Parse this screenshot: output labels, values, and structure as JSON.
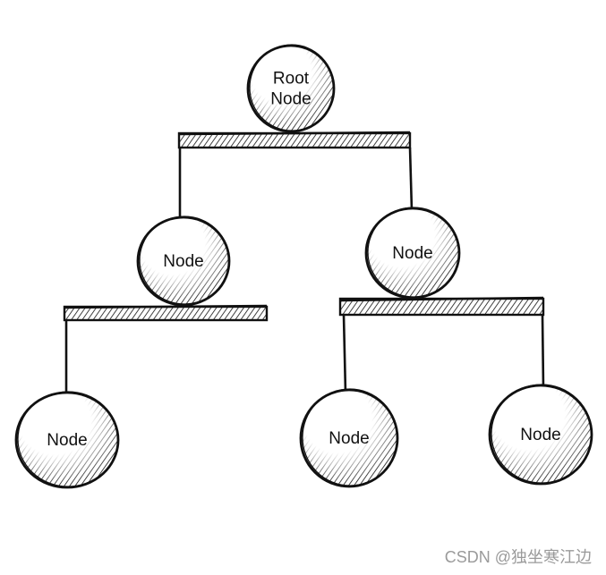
{
  "diagram": {
    "nodes": [
      {
        "id": "root",
        "lines": [
          "Root",
          "Node"
        ]
      },
      {
        "id": "left",
        "lines": [
          "Node"
        ]
      },
      {
        "id": "right",
        "lines": [
          "Node"
        ]
      },
      {
        "id": "leaf-1",
        "lines": [
          "Node"
        ]
      },
      {
        "id": "leaf-2",
        "lines": [
          "Node"
        ]
      },
      {
        "id": "leaf-3",
        "lines": [
          "Node"
        ]
      }
    ],
    "edges": [
      {
        "from": "root",
        "to": "left"
      },
      {
        "from": "root",
        "to": "right"
      },
      {
        "from": "left",
        "to": "leaf-1"
      },
      {
        "from": "right",
        "to": "leaf-2"
      },
      {
        "from": "right",
        "to": "leaf-3"
      }
    ]
  },
  "watermark": "CSDN @独坐寒江边"
}
